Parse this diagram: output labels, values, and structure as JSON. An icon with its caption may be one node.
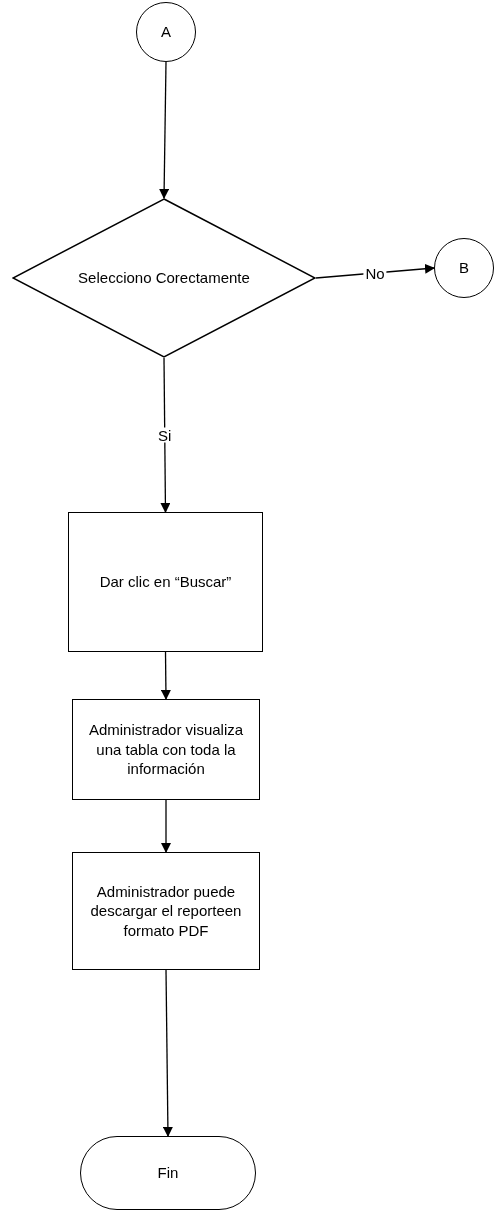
{
  "diagram": {
    "nodes": [
      {
        "text": [
          "A"
        ]
      },
      {
        "text": [
          "Selecciono Corectamente"
        ]
      },
      {
        "text": [
          "B"
        ]
      },
      {
        "text": [
          "Dar clic en “Buscar”"
        ]
      },
      {
        "text": [
          "Administrador visualiza una tabla con toda la información"
        ]
      },
      {
        "text": [
          "Administrador puede descargar el reporteen formato PDF"
        ]
      },
      {
        "text": [
          "Fin"
        ]
      }
    ],
    "edges": [
      {
        "from": 0,
        "to": 1,
        "arrow": "to"
      },
      {
        "from": 1,
        "to": 2,
        "arrow": "to",
        "label": "No"
      },
      {
        "from": 1,
        "to": 3,
        "arrow": "to",
        "label": "Si"
      },
      {
        "from": 3,
        "to": 4,
        "arrow": "to"
      },
      {
        "from": 4,
        "to": 5,
        "arrow": "to"
      },
      {
        "from": 5,
        "to": 6,
        "arrow": "to"
      }
    ]
  }
}
